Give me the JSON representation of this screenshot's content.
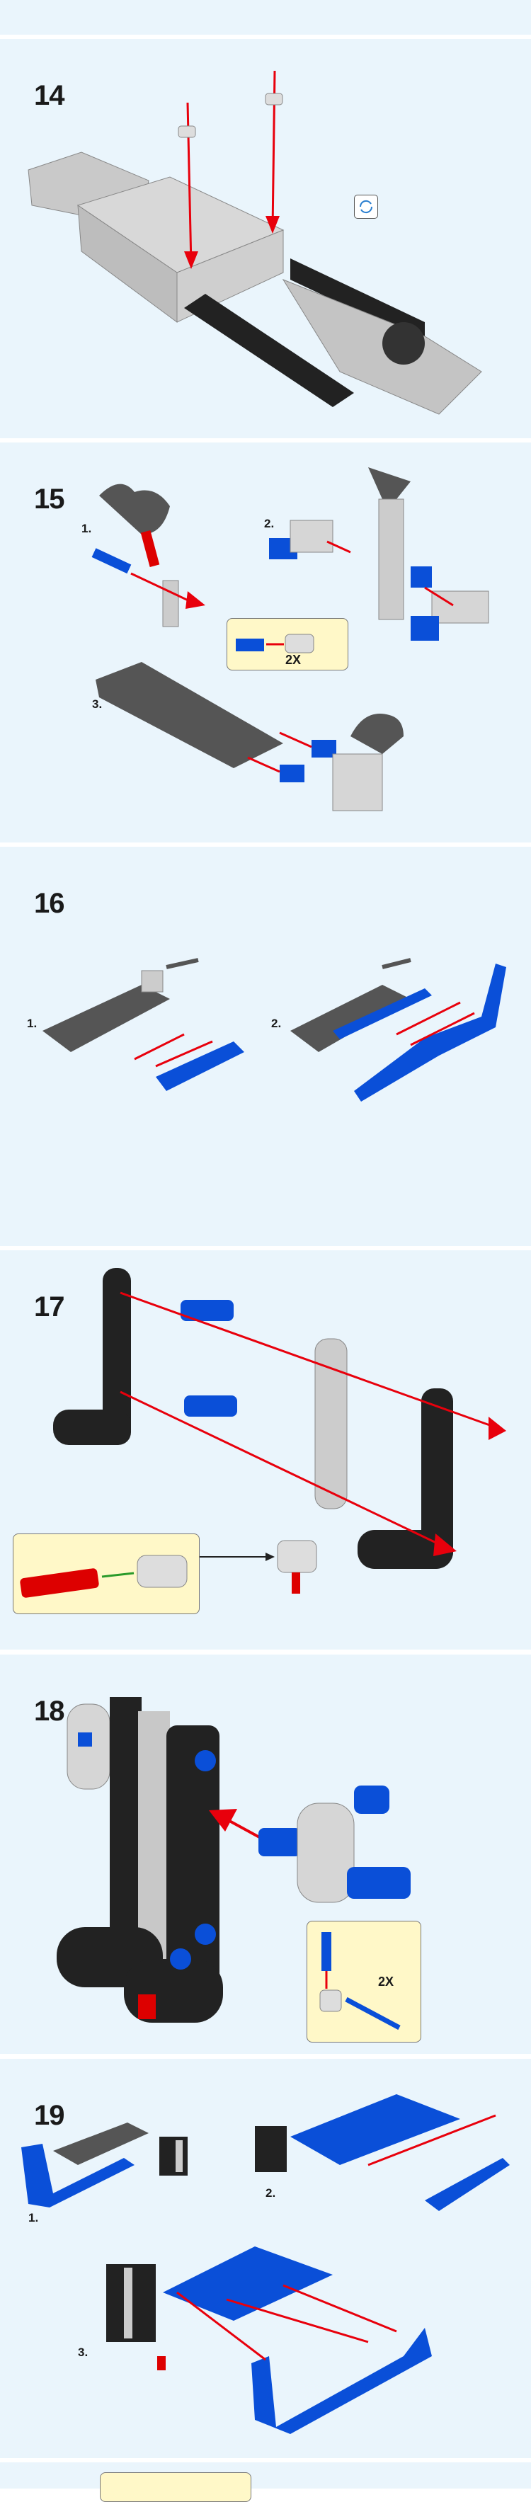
{
  "steps": [
    {
      "number": "14",
      "icons": [
        "rotate-model-icon"
      ]
    },
    {
      "number": "15",
      "substeps": [
        "1.",
        "2.",
        "3."
      ],
      "callout_multiplier": "2X"
    },
    {
      "number": "16",
      "substeps": [
        "1.",
        "2."
      ]
    },
    {
      "number": "17"
    },
    {
      "number": "18",
      "callout_multiplier": "2X"
    },
    {
      "number": "19",
      "substeps": [
        "1.",
        "2.",
        "3."
      ]
    }
  ],
  "colors": {
    "background": "#eaf5fc",
    "callout": "#fff8c8",
    "arrow": "#e8000c",
    "blue_part": "#0a4fd8",
    "black_part": "#222222",
    "gray_part": "#c8c8c8"
  }
}
